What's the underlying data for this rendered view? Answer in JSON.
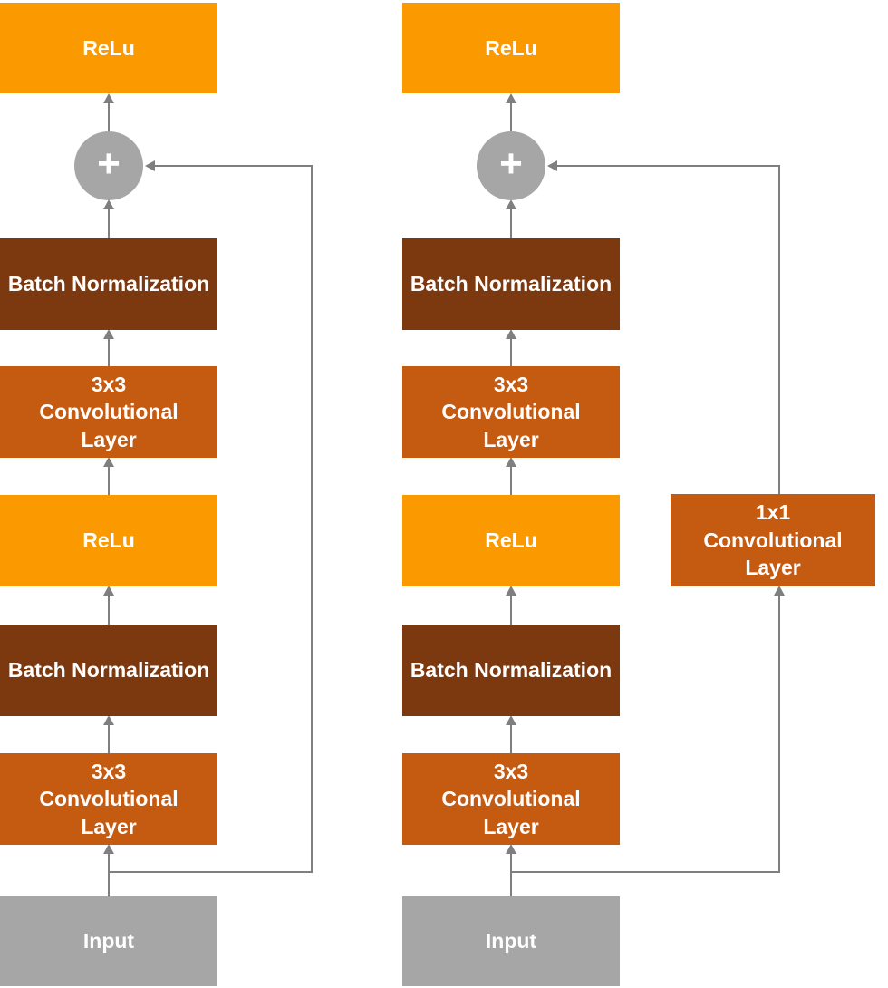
{
  "left_block": {
    "relu_out": "ReLu",
    "add_operator": "+",
    "batch_norm_2": "Batch Normalization",
    "conv_2": "3x3 Convolutional Layer",
    "relu_1": "ReLu",
    "batch_norm_1": "Batch Normalization",
    "conv_1": "3x3 Convolutional Layer",
    "input": "Input"
  },
  "right_block": {
    "relu_out": "ReLu",
    "add_operator": "+",
    "batch_norm_2": "Batch Normalization",
    "conv_2": "3x3 Convolutional Layer",
    "relu_1": "ReLu",
    "batch_norm_1": "Batch Normalization",
    "conv_1": "3x3 Convolutional Layer",
    "input": "Input",
    "shortcut_conv": "1x1 Convolutional Layer"
  },
  "colors": {
    "relu_orange": "#FA9A00",
    "conv_orange": "#C55A11",
    "batchnorm_brown": "#7C390F",
    "input_gray": "#A6A6A6",
    "add_circle_gray": "#A6A6A6",
    "connector_gray": "#7F7F7F",
    "label_text": "#FFFFFF"
  }
}
